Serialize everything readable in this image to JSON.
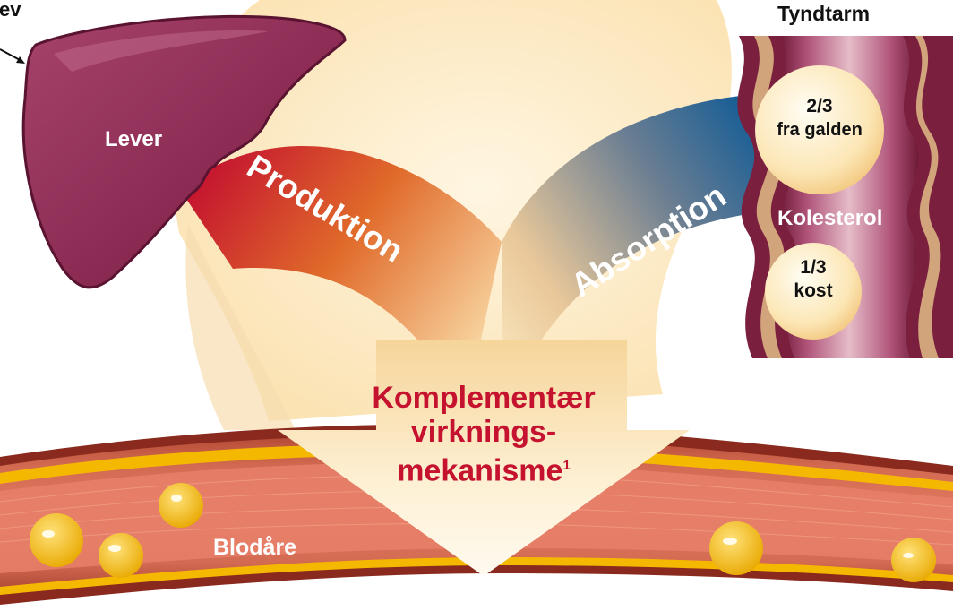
{
  "labels": {
    "corner_partial": "ev",
    "small_intestine_title": "Tyndtarm",
    "liver_label": "Lever",
    "arrow_left": "Produktion",
    "arrow_right": "Absorption",
    "bile_fraction": "2/3",
    "bile_source": "fra galden",
    "cholesterol": "Kolesterol",
    "diet_fraction": "1/3",
    "diet_source": "kost",
    "mechanism_line1": "Komplementær",
    "mechanism_line2": "virknings-",
    "mechanism_line3": "mekanisme",
    "mechanism_footnote": "1",
    "blood_vessel": "Blodåre"
  },
  "colors": {
    "liver": "#8b2a52",
    "production_arrow_start": "#c4122f",
    "production_arrow_end": "#f0a040",
    "absorption_arrow_start": "#0e5a96",
    "absorption_arrow_end": "#f3d9a0",
    "center_arrow": "#fbeac6",
    "vessel_wall": "#c8533a",
    "vessel_fat": "#f7c400",
    "intestine_wall": "#7a1f3d",
    "mechanism_text": "#c4122f"
  }
}
